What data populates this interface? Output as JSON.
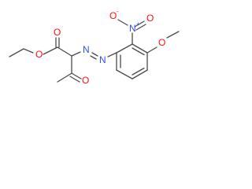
{
  "structure": {
    "atoms": {
      "ester_o_single": "O",
      "ester_o_double": "O",
      "azo_n1": "N",
      "azo_n2": "N",
      "ketone_o": "O",
      "nitro_n": "N",
      "nitro_n_charge": "+",
      "nitro_o_minus": "O",
      "nitro_o_minus_charge": "-",
      "nitro_o_double": "O",
      "methoxy_o": "O"
    },
    "colors": {
      "bond": "#4a4a4a",
      "oxygen": "#ff0d0d",
      "nitrogen": "#3050f8"
    }
  }
}
